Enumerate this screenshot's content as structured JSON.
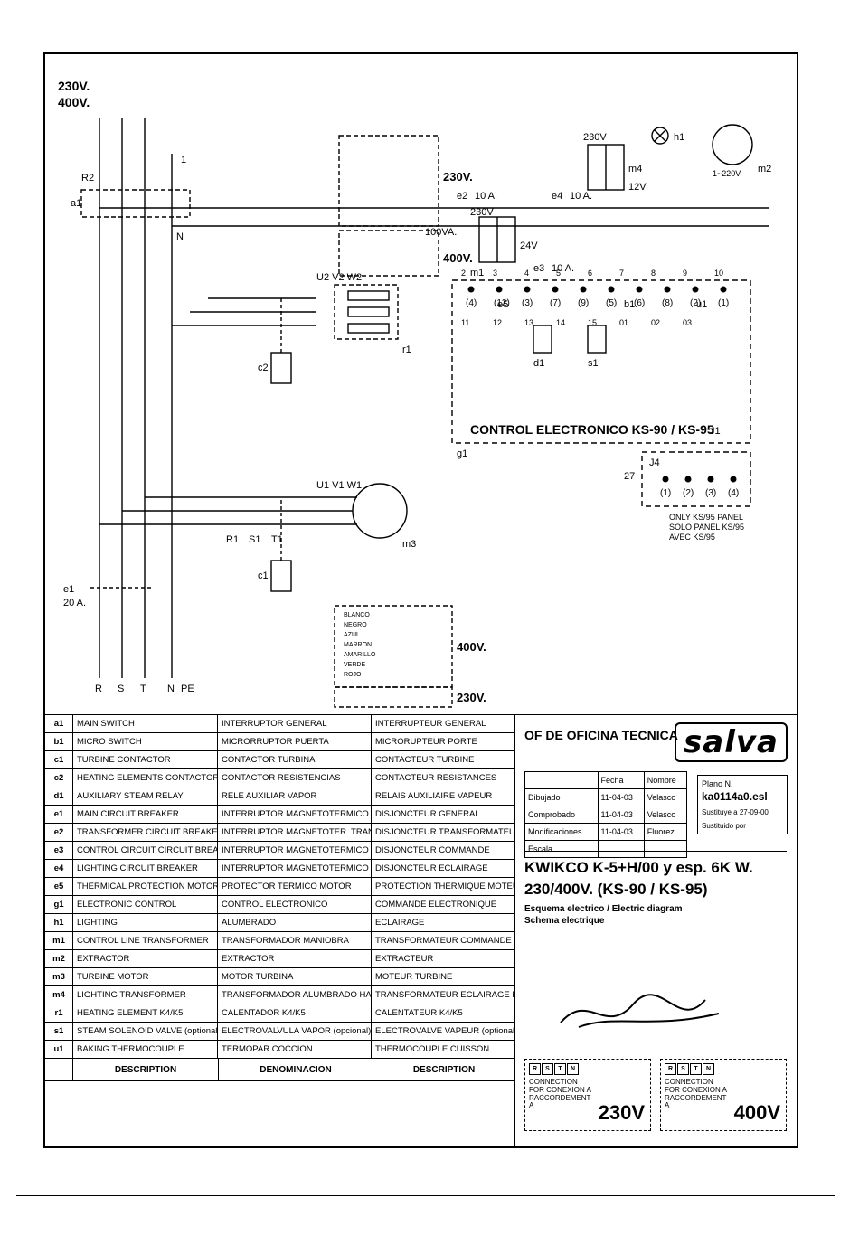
{
  "legend": {
    "header": {
      "code": "",
      "en": "DESCRIPTION",
      "es": "DENOMINACION",
      "fr": "DESCRIPTION"
    },
    "rows": [
      {
        "code": "a1",
        "en": "MAIN SWITCH",
        "es": "INTERRUPTOR GENERAL",
        "fr": "INTERRUPTEUR GENERAL"
      },
      {
        "code": "b1",
        "en": "MICRO SWITCH",
        "es": "MICRORRUPTOR PUERTA",
        "fr": "MICRORUPTEUR PORTE"
      },
      {
        "code": "c1",
        "en": "TURBINE CONTACTOR",
        "es": "CONTACTOR TURBINA",
        "fr": "CONTACTEUR TURBINE"
      },
      {
        "code": "c2",
        "en": "HEATING ELEMENTS CONTACTOR",
        "es": "CONTACTOR RESISTENCIAS",
        "fr": "CONTACTEUR RESISTANCES"
      },
      {
        "code": "d1",
        "en": "AUXILIARY STEAM RELAY",
        "es": "RELE AUXILIAR VAPOR",
        "fr": "RELAIS AUXILIAIRE VAPEUR"
      },
      {
        "code": "e1",
        "en": "MAIN CIRCUIT BREAKER",
        "es": "INTERRUPTOR MAGNETOTERMICO GENERAL",
        "fr": "DISJONCTEUR GENERAL"
      },
      {
        "code": "e2",
        "en": "TRANSFORMER CIRCUIT BREAKER",
        "es": "INTERRUPTOR MAGNETOTER. TRANSFORMADOR",
        "fr": "DISJONCTEUR TRANSFORMATEUR"
      },
      {
        "code": "e3",
        "en": "CONTROL CIRCUIT CIRCUIT BREAKER",
        "es": "INTERRUPTOR MAGNETOTERMICO MANIOBRA",
        "fr": "DISJONCTEUR COMMANDE"
      },
      {
        "code": "e4",
        "en": "LIGHTING CIRCUIT BREAKER",
        "es": "INTERRUPTOR MAGNETOTERMICO ALUMBRADO",
        "fr": "DISJONCTEUR ECLAIRAGE"
      },
      {
        "code": "e5",
        "en": "THERMICAL PROTECTION MOTOR",
        "es": "PROTECTOR TERMICO MOTOR",
        "fr": "PROTECTION THERMIQUE MOTEUR"
      },
      {
        "code": "g1",
        "en": "ELECTRONIC CONTROL",
        "es": "CONTROL ELECTRONICO",
        "fr": "COMMANDE ELECTRONIQUE"
      },
      {
        "code": "h1",
        "en": "LIGHTING",
        "es": "ALUMBRADO",
        "fr": "ECLAIRAGE"
      },
      {
        "code": "m1",
        "en": "CONTROL LINE TRANSFORMER",
        "es": "TRANSFORMADOR MANIOBRA",
        "fr": "TRANSFORMATEUR COMMANDE"
      },
      {
        "code": "m2",
        "en": "EXTRACTOR",
        "es": "EXTRACTOR",
        "fr": "EXTRACTEUR"
      },
      {
        "code": "m3",
        "en": "TURBINE MOTOR",
        "es": "MOTOR TURBINA",
        "fr": "MOTEUR TURBINE"
      },
      {
        "code": "m4",
        "en": "LIGHTING TRANSFORMER",
        "es": "TRANSFORMADOR ALUMBRADO HALOGENO",
        "fr": "TRANSFORMATEUR ECLAIRAGE HALOGENE"
      },
      {
        "code": "r1",
        "en": "HEATING ELEMENT K4/K5",
        "es": "CALENTADOR K4/K5",
        "fr": "CALENTATEUR K4/K5"
      },
      {
        "code": "s1",
        "en": "STEAM SOLENOID VALVE (optional)",
        "es": "ELECTROVALVULA VAPOR (opcional)",
        "fr": "ELECTROVALVE VAPEUR (optional)"
      },
      {
        "code": "u1",
        "en": "BAKING THERMOCOUPLE",
        "es": "TERMOPAR COCCION",
        "fr": "THERMOCOUPLE CUISSON"
      }
    ]
  },
  "title_block": {
    "brand": "salva",
    "office": "OF DE OFICINA TECNICA",
    "fields": {
      "fecha_label": "Fecha",
      "nombre_label": "Nombre",
      "dibujado_label": "Dibujado",
      "dibujado_date": "11-04-03",
      "dibujado_name": "Velasco",
      "comprobado_label": "Comprobado",
      "comprobado_date": "11-04-03",
      "comprobado_name": "Velasco",
      "modificaciones_label": "Modificaciones",
      "mod_date": "11-04-03",
      "mod_name": "Fluorez",
      "escala_label": "Escala"
    },
    "plano": {
      "label": "Plano N.",
      "value": "ka0114a0.esl",
      "sust_a": "Sustituye a",
      "sust_a_val": "27-09-00",
      "sust_por": "Sustituido por"
    },
    "model_line1": "KWIKCO K-5+H/00 y esp. 6K W.",
    "model_line2": "230/400V. (KS-90 / KS-95)",
    "model_line3": "Esquema electrico / Electric diagram",
    "model_line4": "Schema electrique",
    "conn_label": "CONNECTION FOR CONEXION A RACCORDEMENT A",
    "conn_230": "230V",
    "conn_400": "400V",
    "terms_230": [
      "R",
      "S",
      "T",
      "N"
    ],
    "terms_400": [
      "R",
      "S",
      "T",
      "N"
    ]
  },
  "schematic": {
    "supply_voltage_1": "230V.",
    "supply_voltage_2": "400V.",
    "supply_terminals": [
      "R",
      "S",
      "T",
      "N",
      "PE"
    ],
    "breaker_e1": "e1",
    "breaker_e1_rating": "20 A.",
    "phases": [
      "R1",
      "S1",
      "T1"
    ],
    "motor_m3": "m3",
    "motor_m3_terms": "U1 V1 W1",
    "contactor_c1": "c1",
    "contactor_c2": "c2",
    "contactor_c2_terms": "U2 V2 W2",
    "heater_r1": "r1",
    "switch_a1": "a1",
    "node_r2": "R2",
    "node_n": "N",
    "node_1": "1",
    "transformer_m1": "m1",
    "m1_primary": "230V",
    "m1_secondary": "24V",
    "m1_rating": "100VA.",
    "breaker_e2": "e2",
    "breaker_e2_rating": "10 A.",
    "breaker_e3": "e3",
    "breaker_e3_rating": "10 A.",
    "breaker_e4": "e4",
    "breaker_e4_rating": "10 A.",
    "transformer_m4": "m4",
    "m4_primary": "230V",
    "m4_secondary": "12V",
    "lamp_h1": "h1",
    "extractor_m2": "m2",
    "extractor_m2_label": "1~220V",
    "relay_d1": "d1",
    "valve_s1": "s1",
    "micro_b1": "b1",
    "thermal_e5": "e5",
    "thermocouple_u1": "u1",
    "control_title": "CONTROL ELECTRONICO KS-90 / KS-95",
    "control_tag": "g1",
    "control_terminals": [
      "(4)",
      "(12)",
      "(3)",
      "(7)",
      "(9)",
      "(5)",
      "(6)",
      "(8)",
      "(2)",
      "(1)"
    ],
    "j1": "J1",
    "j4": "J4",
    "j4_terminals": [
      "(1)",
      "(2)",
      "(3)",
      "(4)"
    ],
    "panel_note_1": "ONLY KS/95 PANEL",
    "panel_note_2": "SOLO PANEL KS/95",
    "panel_note_3": "AVEC KS/95",
    "wire_27": "27",
    "wire_labels": [
      "2",
      "3",
      "4",
      "5",
      "6",
      "7",
      "8",
      "9",
      "10",
      "11",
      "12",
      "13",
      "14",
      "15",
      "01",
      "02",
      "03"
    ],
    "inset_230": "230V.",
    "inset_400": "400V.",
    "motor_inset_230": "230V.",
    "motor_inset_400": "400V.",
    "wire_colors": [
      "BLANCO",
      "NEGRO",
      "AZUL",
      "MARRON",
      "AMARILLO",
      "VERDE",
      "ROJO"
    ]
  }
}
